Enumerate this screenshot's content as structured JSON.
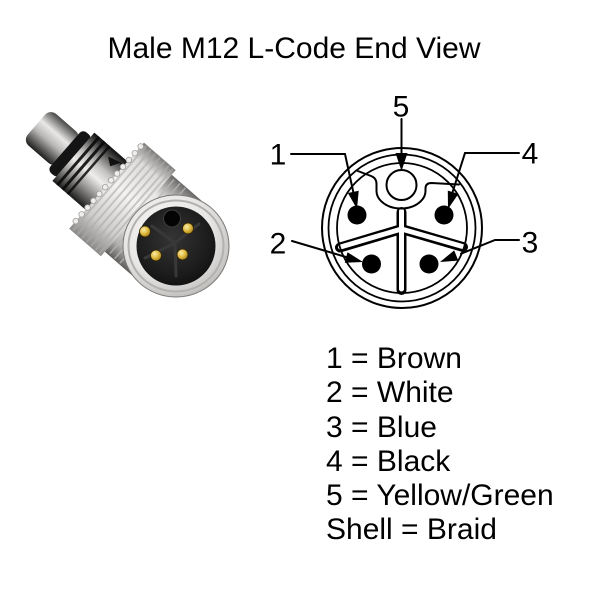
{
  "title": "Male M12 L-Code End View",
  "diagram": {
    "description": "M12 L-code male connector pinout, end view",
    "pin_labels": {
      "pin1": "1",
      "pin2": "2",
      "pin3": "3",
      "pin4": "4",
      "pin5": "5"
    }
  },
  "legend": {
    "separator": " = ",
    "items": [
      {
        "pin": "1",
        "value": "Brown"
      },
      {
        "pin": "2",
        "value": "White"
      },
      {
        "pin": "3",
        "value": "Blue"
      },
      {
        "pin": "4",
        "value": "Black"
      },
      {
        "pin": "5",
        "value": "Yellow/Green"
      },
      {
        "pin": "Shell",
        "value": "Braid"
      }
    ]
  },
  "colors": {
    "line": "#000000",
    "background": "#ffffff",
    "pin_contact": "#000000",
    "connector_gold": "#d9b344",
    "connector_metal": "#e8e7e5",
    "connector_insert": "#1a1a1a"
  }
}
